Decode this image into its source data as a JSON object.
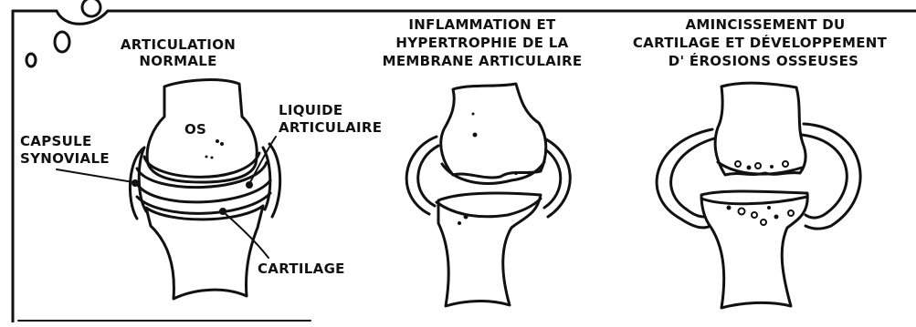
{
  "panels": [
    {
      "title_lines": [
        "ARTICULATION",
        "NORMALE"
      ],
      "labels": {
        "os": "OS",
        "liquide": [
          "LIQUIDE",
          "ARTICULAIRE"
        ],
        "capsule": [
          "CAPSULE",
          "SYNOVIALE"
        ],
        "cartilage": "CARTILAGE"
      }
    },
    {
      "title_lines": [
        "INFLAMMATION ET",
        "HYPERTROPHIE DE LA",
        "MEMBRANE ARTICULAIRE"
      ]
    },
    {
      "title_lines": [
        "AMINCISSEMENT DU",
        "CARTILAGE ET DÉVELOPPEMENT",
        "D' ÉROSIONS OSSEUSES"
      ]
    }
  ]
}
